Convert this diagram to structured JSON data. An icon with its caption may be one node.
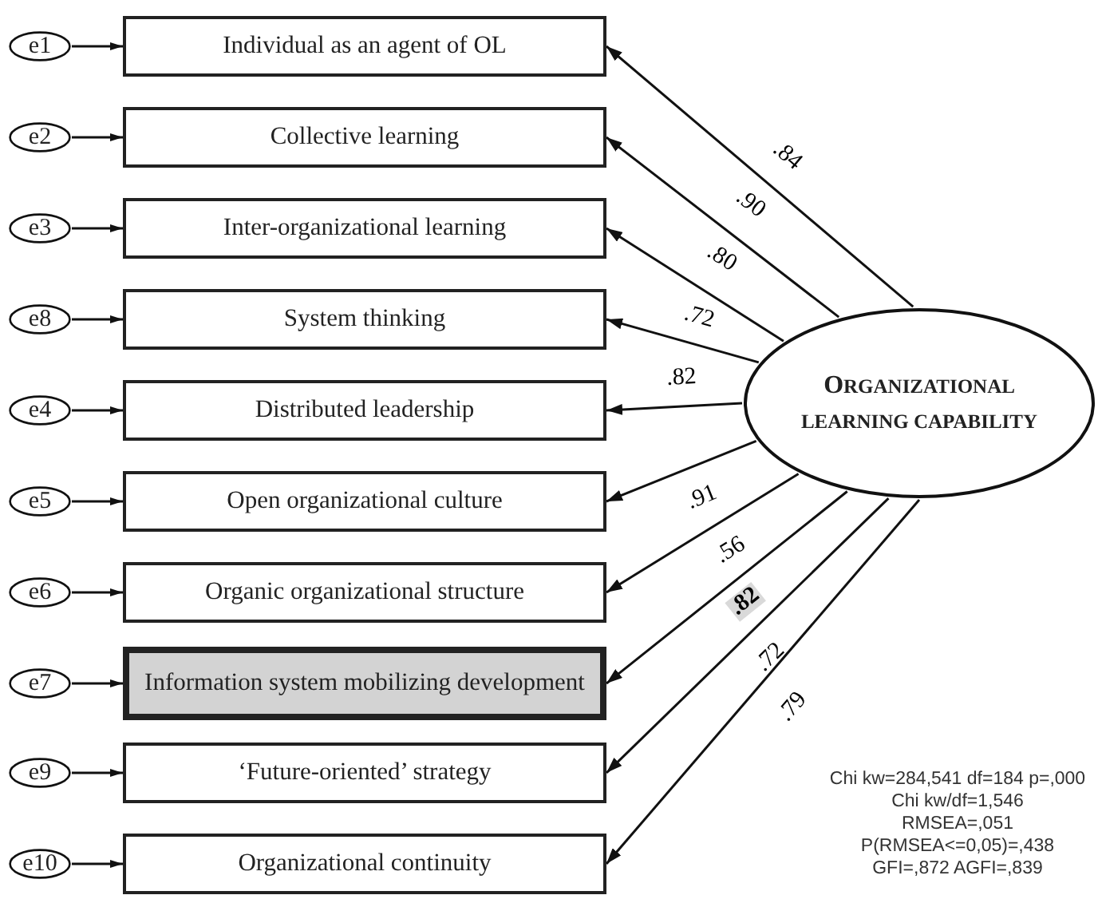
{
  "diagram": {
    "nodes": [
      {
        "text": [
          "e1"
        ]
      },
      {
        "text": [
          "e2"
        ]
      },
      {
        "text": [
          "e3"
        ]
      },
      {
        "text": [
          "e8"
        ]
      },
      {
        "text": [
          "e4"
        ]
      },
      {
        "text": [
          "e5"
        ]
      },
      {
        "text": [
          "e6"
        ]
      },
      {
        "text": [
          "e7"
        ]
      },
      {
        "text": [
          "e9"
        ]
      },
      {
        "text": [
          "e10"
        ]
      },
      {
        "text": [
          "Individual as an agent of OL"
        ]
      },
      {
        "text": [
          "Collective learning"
        ]
      },
      {
        "text": [
          "Inter-organizational learning"
        ]
      },
      {
        "text": [
          "System thinking"
        ]
      },
      {
        "text": [
          "Distributed leadership"
        ]
      },
      {
        "text": [
          "Open organizational culture"
        ]
      },
      {
        "text": [
          "Organic organizational structure"
        ]
      },
      {
        "text": [
          "Information system mobilizing development"
        ]
      },
      {
        "text": [
          "‘Future-oriented’ strategy"
        ]
      },
      {
        "text": [
          "Organizational continuity"
        ]
      },
      {
        "text": [
          "ORGANIZATIONAL LEARNING CAPABILITY"
        ]
      }
    ],
    "edges": [
      {
        "from": 0,
        "to": 10,
        "arrow": "to"
      },
      {
        "from": 1,
        "to": 11,
        "arrow": "to"
      },
      {
        "from": 2,
        "to": 12,
        "arrow": "to"
      },
      {
        "from": 3,
        "to": 13,
        "arrow": "to"
      },
      {
        "from": 4,
        "to": 14,
        "arrow": "to"
      },
      {
        "from": 5,
        "to": 15,
        "arrow": "to"
      },
      {
        "from": 6,
        "to": 16,
        "arrow": "to"
      },
      {
        "from": 7,
        "to": 17,
        "arrow": "to"
      },
      {
        "from": 8,
        "to": 18,
        "arrow": "to"
      },
      {
        "from": 9,
        "to": 19,
        "arrow": "to"
      },
      {
        "from": 20,
        "to": 10,
        "arrow": "to",
        "label": ".84"
      },
      {
        "from": 20,
        "to": 11,
        "arrow": "to",
        "label": ".90"
      },
      {
        "from": 20,
        "to": 12,
        "arrow": "to",
        "label": ".80"
      },
      {
        "from": 20,
        "to": 13,
        "arrow": "to",
        "label": ".72"
      },
      {
        "from": 20,
        "to": 14,
        "arrow": "to",
        "label": ".82"
      },
      {
        "from": 20,
        "to": 15,
        "arrow": "to",
        "label": ".91"
      },
      {
        "from": 20,
        "to": 16,
        "arrow": "to",
        "label": ".56"
      },
      {
        "from": 20,
        "to": 17,
        "arrow": "to",
        "label": ".82"
      },
      {
        "from": 20,
        "to": 18,
        "arrow": "to",
        "label": ".72"
      },
      {
        "from": 20,
        "to": 19,
        "arrow": "to",
        "label": ".79"
      }
    ],
    "labels": [
      "Chi kw=284,541 df=184 p=,000",
      "Chi kw/df=1,546",
      "RMSEA=,051",
      "P(RMSEA<=0,05)=,438",
      "GFI=,872 AGFI=,839"
    ]
  }
}
